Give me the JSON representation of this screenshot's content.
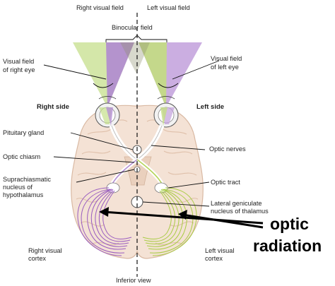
{
  "labels": {
    "right_visual_field": "Right visual field",
    "left_visual_field": "Left visual field",
    "binocular_field": "Binocular field",
    "visual_field_right_eye_1": "Visual field",
    "visual_field_right_eye_2": "of right eye",
    "visual_field_left_eye_1": "Visual field",
    "visual_field_left_eye_2": "of left eye",
    "right_side": "Right side",
    "left_side": "Left side",
    "pituitary_gland": "Pituitary gland",
    "optic_nerves": "Optic nerves",
    "optic_chiasm": "Optic chiasm",
    "optic_tract": "Optic tract",
    "suprachiasmatic_1": "Suprachiasmatic",
    "suprachiasmatic_2": "nucleus of",
    "suprachiasmatic_3": "hypothalamus",
    "lgn_1": "Lateral geniculate",
    "lgn_2": "nucleus of thalamus",
    "right_visual_cortex_1": "Right visual",
    "right_visual_cortex_2": "cortex",
    "left_visual_cortex_1": "Left visual",
    "left_visual_cortex_2": "cortex",
    "inferior_view": "Inferior view",
    "optic_radiation_1": "optic",
    "optic_radiation_2": "radiation"
  },
  "colors": {
    "right_field_purple": "#b48fd3",
    "left_field_green": "#c8e08a",
    "brain_fill": "#f4e2d5",
    "brain_gyri": "#e3c2ac",
    "pathway_purple": "#9a5cc0",
    "pathway_green": "#a9cc45"
  }
}
